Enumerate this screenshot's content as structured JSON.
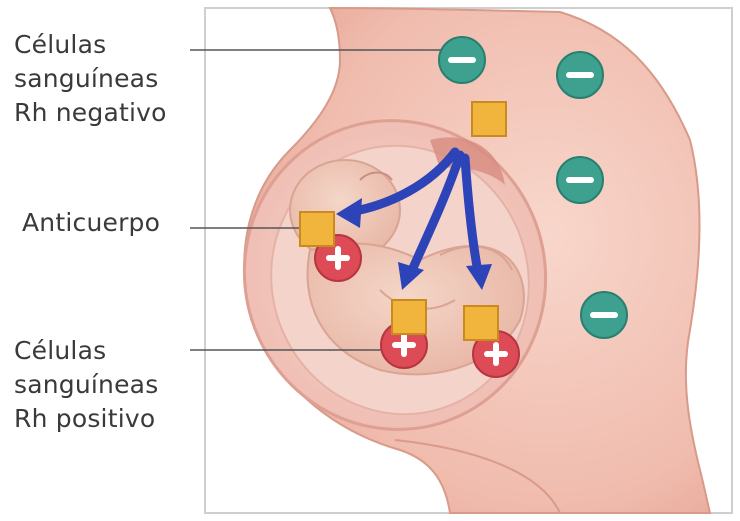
{
  "labels": {
    "rh_negative": "Células\nsanguíneas\nRh negativo",
    "antibody": "Anticuerpo",
    "rh_positive": "Células\nsanguíneas\nRh positivo"
  },
  "colors": {
    "skin": "#f2c3b4",
    "skin_dark": "#e6a08f",
    "uterus": "#f4ccc6",
    "neg_cell": "#3ea18f",
    "pos_cell": "#dc4b56",
    "antibody": "#f1b53d",
    "arrow": "#2d43b8",
    "leader_line": "#555555"
  },
  "icons": {
    "neg_symbol": "minus-sign",
    "pos_symbol": "plus-sign"
  }
}
